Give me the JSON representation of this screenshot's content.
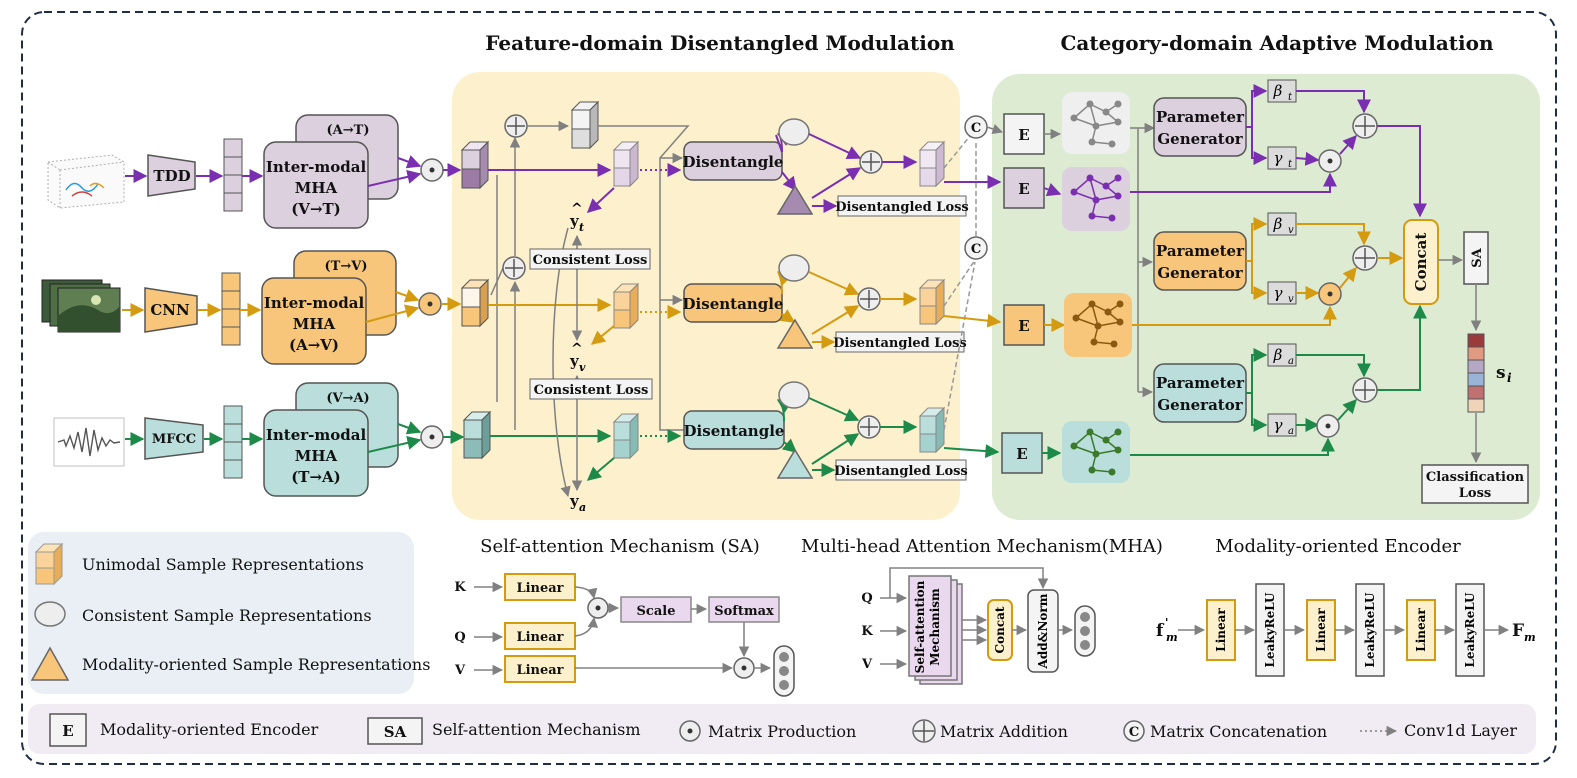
{
  "titles": {
    "feature": "Feature-domain Disentangled Modulation",
    "category": "Category-domain Adaptive Modulation"
  },
  "colors": {
    "purple": "#7a2fb0",
    "orange": "#d49a10",
    "green": "#1e8a4a",
    "purple_fill": "#dccfde",
    "orange_fill": "#f8c67a",
    "teal_fill": "#b9dedb",
    "feature_bg": "#fdf0cc",
    "category_bg": "#dcebd2",
    "legend_bg": "#e9eff4",
    "footer_bg": "#f1ecf3"
  },
  "inputs": {
    "extractors": [
      "TDD",
      "CNN",
      "MFCC"
    ],
    "mha_front": [
      "Inter-modal",
      "MHA"
    ],
    "mha_t_dir": "(V→T)",
    "mha_t_back": "(A→T)",
    "mha_v_dir": "(A→V)",
    "mha_v_back": "(T→V)",
    "mha_a_dir": "(T→A)",
    "mha_a_back": "(V→A)"
  },
  "feature": {
    "disentangle": "Disentangle",
    "disentangled_loss": "Disentangled Loss",
    "consistent_loss": "Consistent Loss",
    "y_base": "y",
    "y_subs": [
      "t",
      "v",
      "a"
    ]
  },
  "category": {
    "encoder": "E",
    "param_gen": [
      "Parameter",
      "Generator"
    ],
    "beta": "β",
    "gamma": "γ",
    "subs": [
      "t",
      "v",
      "a"
    ],
    "concat": "Concat",
    "sa": "SA",
    "s_base": "s",
    "s_sub": "i",
    "class_loss": [
      "Classification",
      "Loss"
    ],
    "concat_c": "C"
  },
  "legend": {
    "unimodal": "Unimodal Sample  Representations",
    "consistent": "Consistent Sample  Representations",
    "modality": "Modality-oriented Sample Representations"
  },
  "sa_mech": {
    "title": "Self-attention Mechanism (SA)",
    "k": "K",
    "q": "Q",
    "v": "V",
    "linear": "Linear",
    "scale": "Scale",
    "softmax": "Softmax"
  },
  "mha_mech": {
    "title": "Multi-head Attention Mechanism(MHA)",
    "q": "Q",
    "k": "K",
    "v": "V",
    "sa_label": [
      "Self-attention",
      "Mechanism"
    ],
    "concat": "Concat",
    "addnorm": "Add&Norm"
  },
  "encoder_mech": {
    "title": "Modality-oriented Encoder",
    "input_base": "f",
    "input_sub": "m",
    "output_base": "F",
    "output_sub": "m",
    "linear": "Linear",
    "leaky": "LeakyReLU"
  },
  "footer": {
    "e_box": "E",
    "e_label": "Modality-oriented Encoder",
    "sa_box": "SA",
    "sa_label": "Self-attention Mechanism",
    "matprod": "Matrix Production",
    "matadd": "Matrix Addition",
    "c_box": "C",
    "matconcat": "Matrix Concatenation",
    "conv": "Conv1d Layer"
  }
}
